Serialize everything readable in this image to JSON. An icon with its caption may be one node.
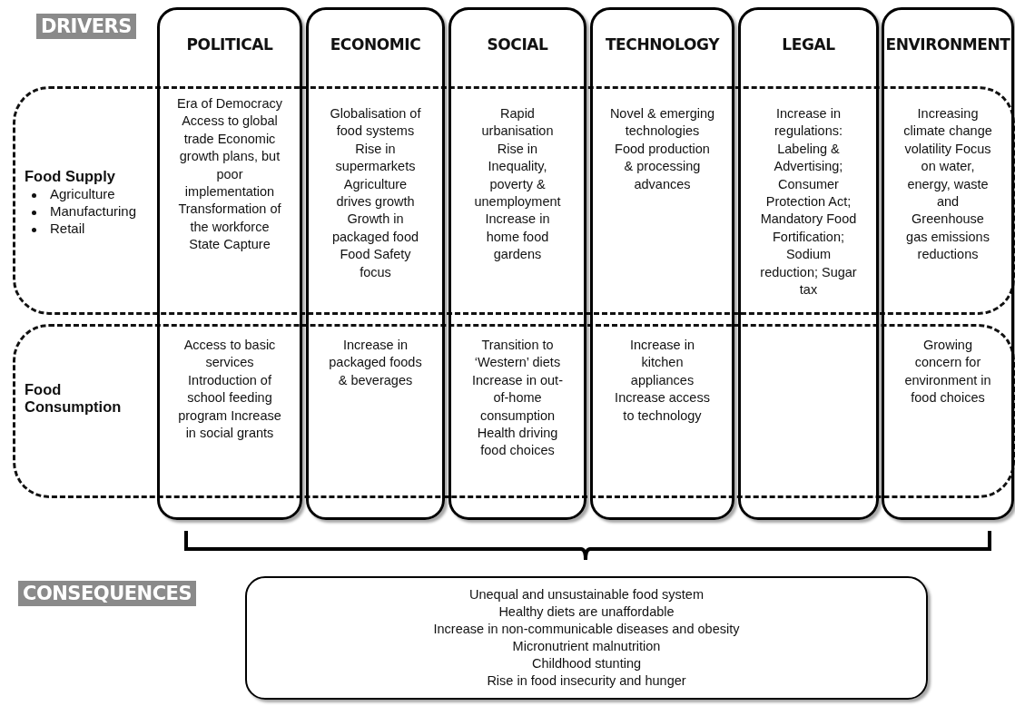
{
  "diagram": {
    "nodes": [
      {
        "text": [
          "DRIVERS"
        ]
      },
      {
        "text": [
          "POLITICAL",
          "Era of Democracy Access to global trade Economic growth plans, but poor implementation Transformation of the workforce State Capture",
          "Access to basic services Introduction of school feeding program Increase in social grants"
        ]
      },
      {
        "text": [
          "ECONOMIC",
          "Globalisation of food systems Rise in supermarkets Agriculture drives growth Growth in packaged food Food Safety focus",
          "Increase in packaged foods & beverages"
        ]
      },
      {
        "text": [
          "SOCIAL",
          "Rapid urbanisation Rise in Inequality, poverty & unemployment Increase in home food gardens",
          "Transition to ‘Western’ diets Increase in out-of-home consumption Health driving food choices"
        ]
      },
      {
        "text": [
          "TECHNOLOGY",
          "Novel & emerging technologies Food production & processing advances",
          "Increase in kitchen appliances Increase access to technology"
        ]
      },
      {
        "text": [
          "LEGAL",
          "Increase in regulations: Labeling & Advertising; Consumer Protection Act; Mandatory Food Fortification; Sodium reduction; Sugar tax"
        ]
      },
      {
        "text": [
          "ENVIRONMENT",
          "Increasing climate change volatility Focus on water, energy, waste and Greenhouse gas emissions reductions",
          "Growing concern for environment in food choices"
        ]
      },
      {
        "text": [
          "Food Supply",
          "Agriculture",
          "Manufacturing",
          "Retail"
        ]
      },
      {
        "text": [
          "Food Consumption"
        ]
      },
      {
        "text": [
          "CONSEQUENCES"
        ]
      },
      {
        "text": [
          "Unequal and unsustainable food system",
          "Healthy diets are unaffordable",
          "Increase in non-communicable diseases and obesity",
          "Micronutrient malnutrition",
          "Childhood stunting",
          "Rise in food insecurity and hunger"
        ]
      }
    ]
  }
}
